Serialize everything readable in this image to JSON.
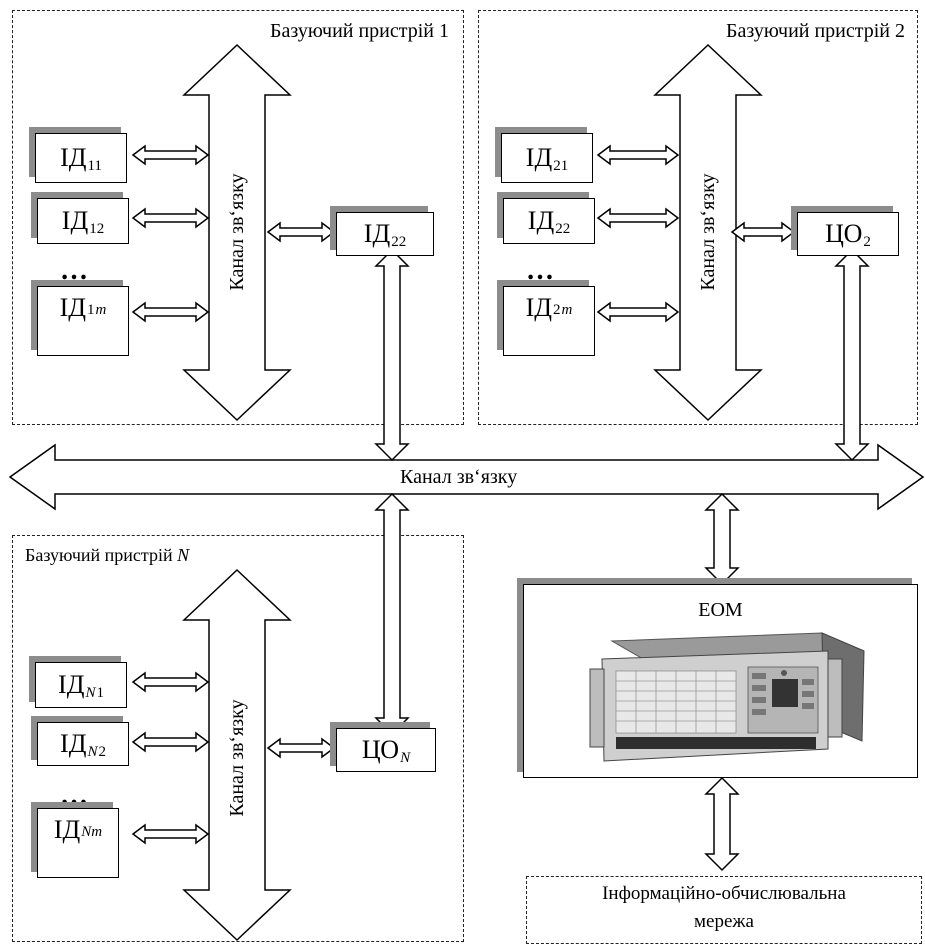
{
  "groups": [
    {
      "title": "Базуючий пристрій 1"
    },
    {
      "title": "Базуючий пристрій 2"
    },
    {
      "title_prefix": "Базуючий пристрій ",
      "title_italic": "N"
    }
  ],
  "channel_label": "Канал зв‘язку",
  "devices": {
    "g1": [
      {
        "main": "ІД",
        "sub": "11"
      },
      {
        "main": "ІД",
        "sub": "12"
      },
      {
        "main": "ІД",
        "sub": "1",
        "sub_it": "m"
      }
    ],
    "g1_center": {
      "main": "ІД",
      "sub": "22"
    },
    "g2": [
      {
        "main": "ІД",
        "sub": "21"
      },
      {
        "main": "ІД",
        "sub": "22"
      },
      {
        "main": "ІД",
        "sub": "2",
        "sub_it": "m"
      }
    ],
    "g2_center": {
      "main": "ЦО",
      "sub": "2"
    },
    "gN": [
      {
        "main": "ІД",
        "sub_it": "N",
        "sub": "1"
      },
      {
        "main": "ІД",
        "sub_it": "N",
        "sub": "2"
      },
      {
        "main": "ІД",
        "sub_it": "Nm"
      }
    ],
    "gN_center": {
      "main": "ЦО",
      "sub_it": "N"
    }
  },
  "ellipsis": "…",
  "computer": {
    "label": "ЕОМ"
  },
  "network": {
    "line1": "Інформаційно-обчислювальна",
    "line2": "мережа"
  },
  "colors": {
    "shadow": "#8c8c8c",
    "stroke": "#000000"
  }
}
